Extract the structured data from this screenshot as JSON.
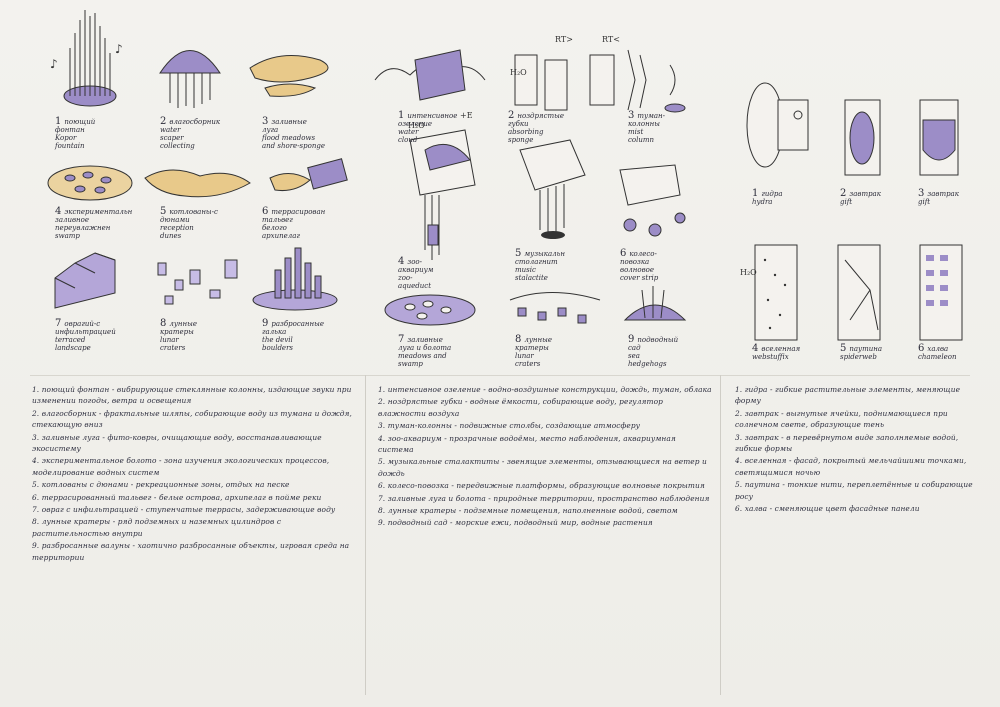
{
  "sheet": {
    "panel1": {
      "items": [
        {
          "n": "1",
          "label": "поющий\nфонтан\nKopor\nfountain"
        },
        {
          "n": "2",
          "label": "влагосборник\nwater\nscaper\ncollecting"
        },
        {
          "n": "3",
          "label": "заливные\nлуга\nflood meadows\nand shore-sponge"
        },
        {
          "n": "4",
          "label": "экспериментальн\nзаливное\nпереувлажнен\nswamp"
        },
        {
          "n": "5",
          "label": "котлованы-с\nдюнами\nreception\ndunes"
        },
        {
          "n": "6",
          "label": "террасирован\nтальвег\nбелого\nархипелаг"
        },
        {
          "n": "7",
          "label": "оврагий-с\nинфильтрацией\nterraced\nlandscape"
        },
        {
          "n": "8",
          "label": "лунные\nкратеры\nlunar\ncraters"
        },
        {
          "n": "9",
          "label": "разбросанные\nгалька\nthe devil\nboulders"
        }
      ]
    },
    "panel2": {
      "items": [
        {
          "n": "1",
          "label": "интенсивное\nозеление\nwater\ncloud"
        },
        {
          "n": "2",
          "label": "ноздрястые\nгубки\nabsorbing\nsponge"
        },
        {
          "n": "3",
          "label": "туман-\nколонны\nmist\ncolumn"
        },
        {
          "n": "4",
          "label": "зоо-\nаквариум\nzoo-\naqueduct"
        },
        {
          "n": "5",
          "label": "музыкальн\nстолагнит\nmusic\nstalactite"
        },
        {
          "n": "6",
          "label": "колесо-\nповозка\nволновое\ncover strip"
        },
        {
          "n": "7",
          "label": "заливные\nлуга и болота\nmeadows and\nswamp"
        },
        {
          "n": "8",
          "label": "лунные\nкратеры\nlunar\ncraters"
        },
        {
          "n": "9",
          "label": "подводный\nсад\nsea\nhedgehogs"
        }
      ],
      "markers": {
        "h2o": "H₂O",
        "plus_e": "+E",
        "rt": "RT>",
        "rt2": "RT<"
      }
    },
    "panel3": {
      "items": [
        {
          "n": "1",
          "label": "гидра\nhydra"
        },
        {
          "n": "2",
          "label": "завтрак\ngift"
        },
        {
          "n": "3",
          "label": "завтрак\ngift"
        },
        {
          "n": "4",
          "label": "вселенная\nwebstuffix"
        },
        {
          "n": "5",
          "label": "паутина\nspiderweb"
        },
        {
          "n": "6",
          "label": "халва\nchamelеon"
        }
      ],
      "markers": {
        "h2o": "H₂O"
      }
    },
    "notes1": [
      "1. поющий фонтан - вибрирующие стеклянные колонны, издающие звуки при изменении погоды, ветра и освещения",
      "2. влагосборник - фрактальные шляпы, собирающие воду из тумана и дождя, стекающую вниз",
      "3. заливные луга - фито-ковры, очищающие воду, восстанавливающие экосистему",
      "4. экспериментальное болото - зона изучения экологических процессов, моделирование водных систем",
      "5. котлованы с дюнами - рекреационные зоны, отдых на песке",
      "6. террасированный тальвег - белые острова, архипелаг в пойме реки",
      "7. овраг с инфильтрацией - ступенчатые террасы, задерживающие воду",
      "8. лунные кратеры - ряд подземных и наземных цилиндров с растительностью внутри",
      "9. разбросанные валуны - хаотично разбросанные объекты, игровая среда на территории"
    ],
    "notes2": [
      "1. интенсивное озеление - водно-воздушные конструкции, дождь, туман, облака",
      "2. ноздрястые губки - водные ёмкости, собирающие воду, регулятор влажности воздуха",
      "3. туман-колонны - подвижные столбы, создающие атмосферу",
      "4. зоо-аквариум - прозрачные водоёмы, место наблюдения, аквариумная система",
      "5. музыкальные сталактиты - звенящие элементы, отзывающиеся на ветер и дождь",
      "6. колесо-повозка - передвижные платформы, образующие волновые покрытия",
      "7. заливные луга и болота - природные территории, пространство наблюдения",
      "8. лунные кратеры - подземные помещения, наполненные водой, светом",
      "9. подводный сад - морские ежи, подводный мир, водные растения"
    ],
    "notes3": [
      "1. гидра - гибкие растительные элементы, меняющие форму",
      "2. завтрак - выгнутые ячейки, поднимающиеся при солнечном свете, образующие тень",
      "3. завтрак - в перевёрнутом виде заполняемые водой, гибкие формы",
      "4. вселенная - фасад, покрытый мельчайшими точками, светящимися ночью",
      "5. паутина - тонкие нити, переплетённые и собирающие росу",
      "6. халва - сменяющие цвет фасадные панели"
    ]
  }
}
